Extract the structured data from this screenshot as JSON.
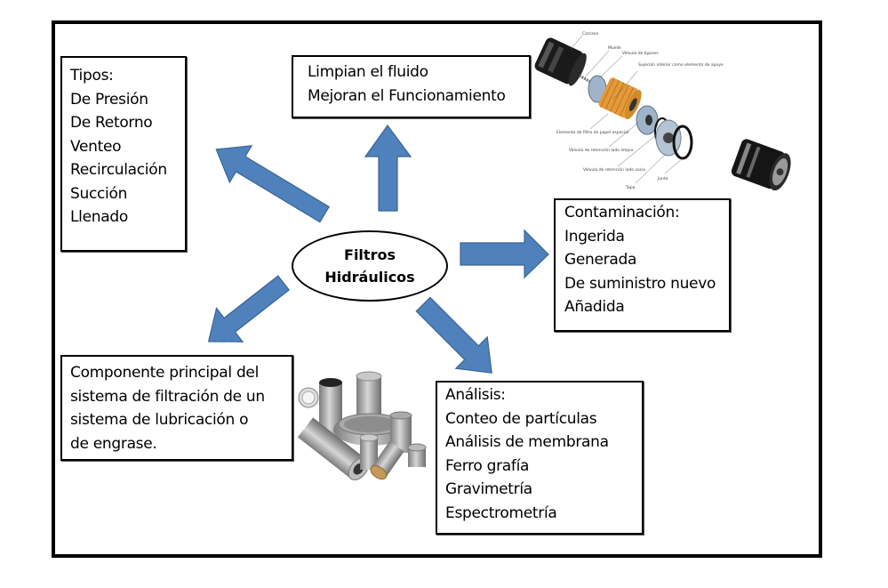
{
  "center": {
    "title_line1": "Filtros",
    "title_line2": "Hidráulicos"
  },
  "boxes": {
    "tipos": {
      "lines": [
        "Tipos:",
        "De Presión",
        "De Retorno",
        "Venteo",
        "Recirculación",
        "Succión",
        "Llenado"
      ]
    },
    "funcion": {
      "lines": [
        "Limpian el fluido",
        "Mejoran el Funcionamiento"
      ]
    },
    "contaminacion": {
      "lines": [
        "Contaminación:",
        "Ingerida",
        "Generada",
        "De suministro nuevo",
        "Añadida"
      ]
    },
    "componente": {
      "lines": [
        "Componente principal del",
        "sistema de filtración de un",
        "sistema de lubricación o",
        "de engrase."
      ]
    },
    "analisis": {
      "lines": [
        "Análisis:",
        "Conteo de partículas",
        "Análisis de membrana",
        "Ferro grafía",
        "Gravimetría",
        "Espectrometría"
      ]
    }
  },
  "images": {
    "exploded_filter": {
      "description": "Exploded view of oil filter",
      "labels": [
        "Carcasa",
        "Muelle",
        "Válvula de bypass",
        "Sujeción interior como elemento de apoyo",
        "Elemento de filtro de papel especial",
        "Válvula de retención lado limpio",
        "Válvula de retención lado sucio",
        "Tapa",
        "Junta"
      ]
    },
    "filter_elements": {
      "description": "Assorted hydraulic filter cartridges"
    }
  },
  "colors": {
    "arrow_fill": "#4f81bd",
    "arrow_stroke": "#3a6593",
    "border": "#000000",
    "background": "#ffffff"
  }
}
